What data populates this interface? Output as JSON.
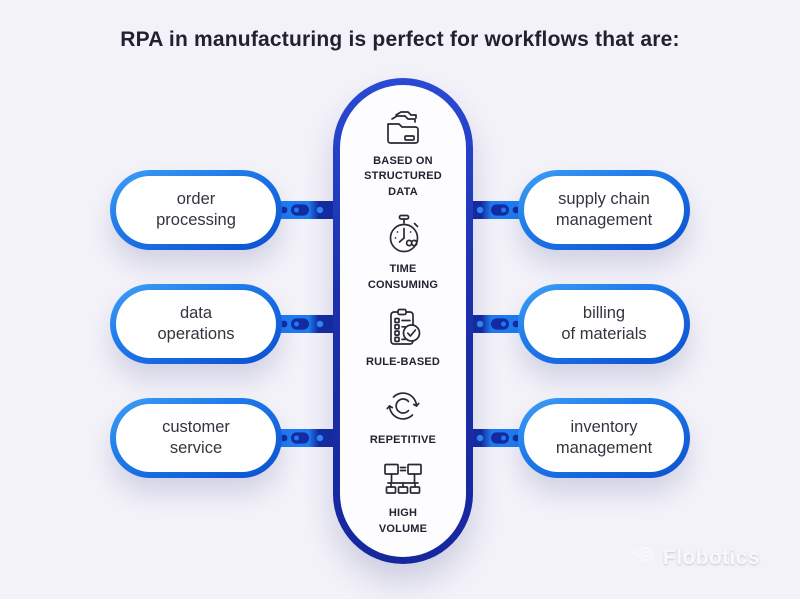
{
  "title": "RPA in manufacturing is perfect for workflows that are:",
  "center_column": {
    "items": [
      {
        "id": "based-on-structured-data",
        "label": "BASED ON\nSTRUCTURED\nDATA",
        "icon": "stacked-folders-icon"
      },
      {
        "id": "time-consuming",
        "label": "TIME\nCONSUMING",
        "icon": "stopwatch-icon"
      },
      {
        "id": "rule-based",
        "label": "RULE-BASED",
        "icon": "checklist-clipboard-icon"
      },
      {
        "id": "repetitive",
        "label": "REPETITIVE",
        "icon": "circular-arrows-icon"
      },
      {
        "id": "high-volume",
        "label": "HIGH\nVOLUME",
        "icon": "network-computers-icon"
      }
    ]
  },
  "left_column": {
    "items": [
      {
        "label": "order\nprocessing"
      },
      {
        "label": "data\noperations"
      },
      {
        "label": "customer\nservice"
      }
    ]
  },
  "right_column": {
    "items": [
      {
        "label": "supply chain\nmanagement"
      },
      {
        "label": "billing\nof materials"
      },
      {
        "label": "inventory\nmanagement"
      }
    ]
  },
  "footer": {
    "brand": "Flobotics"
  },
  "colors": {
    "background": "#f3f2f9",
    "capsule_border": "#1b30ab",
    "bright_blue": "#1f7cf0",
    "navy": "#142ba2",
    "pill_gradient_start": "#3fa0f4",
    "pill_gradient_end": "#0b4fd0",
    "icon_stroke": "#2a2933",
    "text_dark": "#232230"
  }
}
